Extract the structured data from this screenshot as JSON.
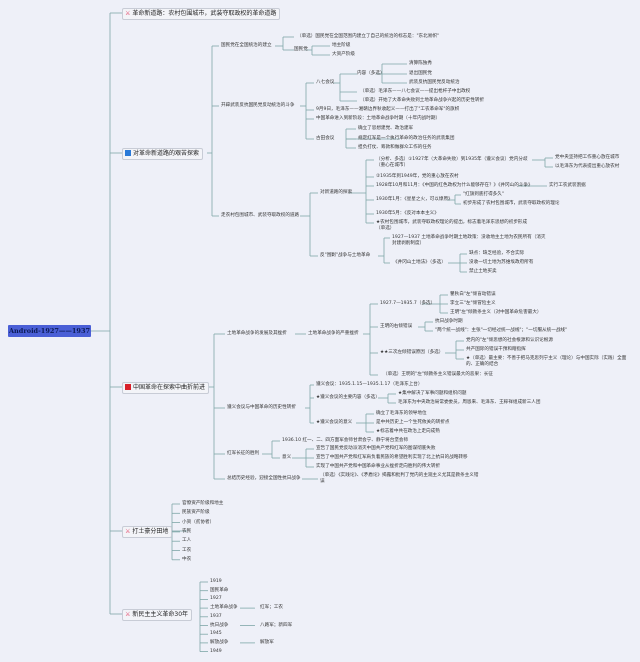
{
  "root": {
    "label": "Android-1927——1937",
    "color": "#4a5fd6"
  },
  "line_color": "#7fa7a8",
  "topics": [
    {
      "id": "t1",
      "icon": "star-icon",
      "label": "革命新道路：农村包围城市，武装夺取政权的革命道路"
    },
    {
      "id": "t2",
      "icon": "blue-square-icon",
      "label": "对革命新道路的艰苦探索"
    },
    {
      "id": "t3",
      "icon": "red-flag-icon",
      "label": "中国革命在探索中曲折前进"
    },
    {
      "id": "t4",
      "icon": "star-icon",
      "label": "打土豪分田地"
    },
    {
      "id": "t5",
      "icon": "star-icon",
      "label": "新民主主义革命30年"
    }
  ],
  "t2": {
    "a": "国民党在全国统治的建立",
    "a1": "（单选）国民党在全国范围内建立了自己的统治的标志是：\"东北易帜\"",
    "a2": "国民党",
    "a2a": "地主阶级",
    "a2b": "大资产阶级",
    "b": "开辟武装反抗国民党反动统治的斗争",
    "b1": "八七会议",
    "b1a": "内容（多选）",
    "b1a1": "清算陈独秀",
    "b1a2": "退出国民党",
    "b1a3": "武装反抗国民党反动统治",
    "b1b": "（单选）毛泽东——八七会议——提出枪杆子中出政权",
    "b1c": "（单选）开始了大革命失败到土地革命战争兴起的历史性转折",
    "b2": "9月9日，毛泽东——湘赣边界秋收起义——打出了\"工农革命军\"的旗帜",
    "b3": "中国革命进入到新阶段：土地革命战争时期（十年内战时期）",
    "b4": "古田会议",
    "b4a": "确立了思想建党、政治建军",
    "b4b": "规定红军是一个执行革命的政治任务的武装集团",
    "b4c": "担负打仗、筹款和做群众工作的任务",
    "c": "走农村包围城市、武装夺取政权的道路",
    "c1": "对新道路的探索",
    "c1a": "（分析、多选）①1927年（大革命失败）到1935年（遵义会议）党内分歧（重心在城市）",
    "c1a1": "党中央坚持把工作重心放在城市",
    "c1a2": "以毛泽东为代表提出重心放农村",
    "c1b": "②1935年到1949年，党的重心放在农村",
    "c1c": "1928年10月和11月：《中国的红色政权为什么能够存在？》《井冈山的斗争》",
    "c1c1": "实行工农武装割据",
    "c1d": "1930年1月：《星星之火，可以燎原》",
    "c1d1": "\"红旗到底打得多久\"",
    "c1d2": "初步形成了农村包围城市，武装夺取政权的理论",
    "c1e": "1930年5月：《反对本本主义》",
    "c1f": "★农村包围城市，武装夺取政权理论的提出，标志着毛泽东思想的初步形成（单选）",
    "c2": "反\"围剿\"战争与土地革命",
    "c2a": "1927—1937 土地革命战争时期土地政策：没收地主土地为农民所有（消灭封建剥削制度）",
    "c2b": "《井冈山土地法》（多选）",
    "c2b1": "缺点：缺乏经验，不合实际",
    "c2b2": "没收一切土地为苏维埃政府所有",
    "c2b3": "禁止土地买卖"
  },
  "t3": {
    "a": "土地革命战争的发展及其挫折",
    "a1": "土地革命战争的严重挫折",
    "a1a": "1927.7—1935.7（多选）",
    "a1a1": "瞿秋白\"左\"倾盲动错误",
    "a1a2": "李立三\"左\"倾冒险主义",
    "a1a3": "王明\"左\"倾教条主义（对中国革命危害最大）",
    "a1b": "王明的右倾错误",
    "a1b1": "抗日战争时期",
    "a1b2": "\"两个统一战线\"：主张\"一切经过统一战线\"；\"一切服从统一战线\"",
    "a1c": "★★三次左倾错误原因（多选）",
    "a1c1": "党内的\"左\"倾思想的社会根源和认识论根源",
    "a1c2": "共产国际的错误干预和瞎指挥",
    "a1c3": "★（单选）最主要：不善于把马克思列宁主义（理论）与中国实际（实践）全面的、正确的结合",
    "a1d": "（单选）王明的\"左\"倾教条主义错误最大的恶果：长征",
    "b": "遵义会议与中国革命的历史性转折",
    "b1": "遵义会议：1935.1.15—1935.1.17（毛泽东上台）",
    "b2": "★遵义会议的主要内容（多选）",
    "b2a": "★集中解决了军事问题和组织问题",
    "b2b": "毛泽东为中央政治局常委委员，周恩来、毛泽东、王稼祥组成新三人团",
    "b3": "★遵义会议的意义",
    "b3a": "确立了毛泽东的领导地位",
    "b3b": "是中共历史上一个生死攸关的转折点",
    "b3c": "★标志着中共在政治上走向成熟",
    "c": "红军长征的胜利",
    "c1": "1936.10 红一、二、四方面军会师甘肃会宁、静宁将台堡会师",
    "c2": "意义",
    "c2a": "宣告了国民党反动派消灭中国共产党和红军的图谋彻底失败",
    "c2b": "宣告了中国共产党和红军肩负着民族的希望胜利实现了北上抗日的战略转移",
    "c2c": "实现了中国共产党和中国革命事业从挫折走向胜利的伟大转折",
    "d": "总结历史经验，迎接全国性抗日战争",
    "d1": "（单选）《实践论》、《矛盾论》揭露和批判了党内的主观主义尤其是教条主义错误"
  },
  "t4": {
    "items": [
      "官僚资产阶级和地主",
      "民族资产阶级",
      "小资（贫协者）",
      "农民",
      "工人",
      "工农",
      "中农"
    ]
  },
  "t5": {
    "items": [
      {
        "label": "1919"
      },
      {
        "label": "国民革命"
      },
      {
        "label": "1927"
      },
      {
        "label": "土地革命战争",
        "sub": "红军；工农"
      },
      {
        "label": "1937"
      },
      {
        "label": "抗日战争",
        "sub": "八路军；新四军"
      },
      {
        "label": "1945"
      },
      {
        "label": "解放战争",
        "sub": "解放军"
      },
      {
        "label": "1949"
      }
    ]
  }
}
